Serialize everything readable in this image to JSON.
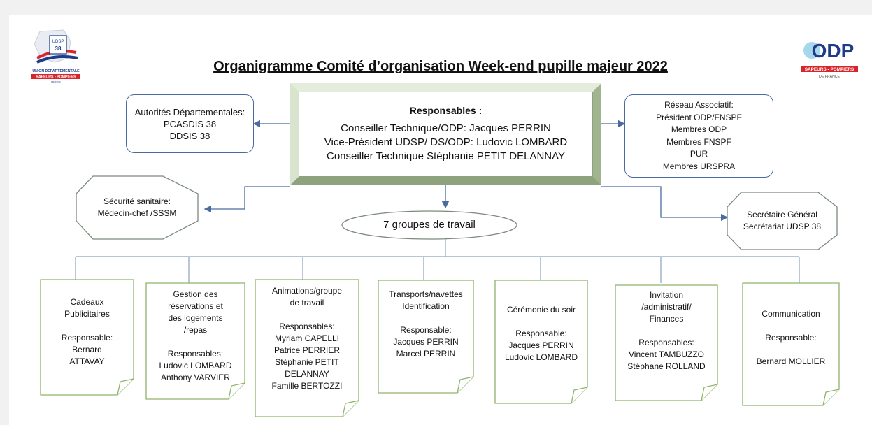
{
  "title": "Organigramme Comité d’organisation Week-end pupille majeur 2022",
  "logos": {
    "left": {
      "small": "UDSP",
      "year": "38",
      "line1": "UNION DÉPARTEMENTALE",
      "line2": "SAPEURS • POMPIERS",
      "line3": "ISÈRE"
    },
    "right": {
      "brand": "ODP",
      "band": "SAPEURS • POMPIERS",
      "sub": "DE FRANCE"
    }
  },
  "responsables": {
    "title": "Responsables :",
    "lines": [
      "Conseiller Technique/ODP: Jacques PERRIN",
      "Vice-Président UDSP/ DS/ODP: Ludovic LOMBARD",
      "Conseiller Technique Stéphanie PETIT DELANNAY"
    ]
  },
  "autorites": {
    "lines": [
      "Autorités Départementales:",
      "PCASDIS 38",
      "DDSIS 38"
    ]
  },
  "reseau": {
    "lines": [
      "Réseau Associatif:",
      "Président ODP/FNSPF",
      "Membres ODP",
      "Membres FNSPF",
      "PUR",
      "Membres URSPRA"
    ]
  },
  "securite": {
    "lines": [
      "Sécurité sanitaire:",
      "Médecin-chef /SSSM"
    ]
  },
  "secretaire": {
    "lines": [
      "Secrétaire Général",
      "Secrétariat UDSP 38"
    ]
  },
  "groupes": {
    "label": "7 groupes de travail"
  },
  "cards": [
    {
      "lines": [
        "Cadeaux",
        "Publicitaires",
        "",
        "Responsable:",
        "Bernard",
        "ATTAVAY"
      ]
    },
    {
      "lines": [
        "Gestion des",
        "réservations et",
        "des logements",
        "/repas",
        "",
        "Responsables:",
        "Ludovic LOMBARD",
        "Anthony VARVIER"
      ]
    },
    {
      "lines": [
        "Animations/groupe",
        "de travail",
        "",
        "Responsables:",
        "Myriam CAPELLI",
        "Patrice PERRIER",
        "Stéphanie PETIT",
        "DELANNAY",
        "Famille BERTOZZI"
      ]
    },
    {
      "lines": [
        "Transports/navettes",
        "Identification",
        "",
        "Responsable:",
        "Jacques PERRIN",
        "Marcel PERRIN"
      ]
    },
    {
      "lines": [
        "Cérémonie du soir",
        "",
        "Responsable:",
        "Jacques PERRIN",
        "Ludovic LOMBARD"
      ]
    },
    {
      "lines": [
        "Invitation",
        "/administratif/",
        "Finances",
        "",
        "Responsables:",
        "Vincent TAMBUZZO",
        "Stéphane ROLLAND"
      ]
    },
    {
      "lines": [
        "Communication",
        "",
        "Responsable:",
        "",
        "Bernard MOLLIER"
      ]
    }
  ],
  "colors": {
    "accent_blue": "#4a6aa0",
    "card_border": "#8fb36b",
    "bevel_green": "#b9c9a9",
    "logo_red": "#d8252b",
    "logo_navy": "#1f3c88",
    "logo_cyan": "#3aa8d8"
  }
}
